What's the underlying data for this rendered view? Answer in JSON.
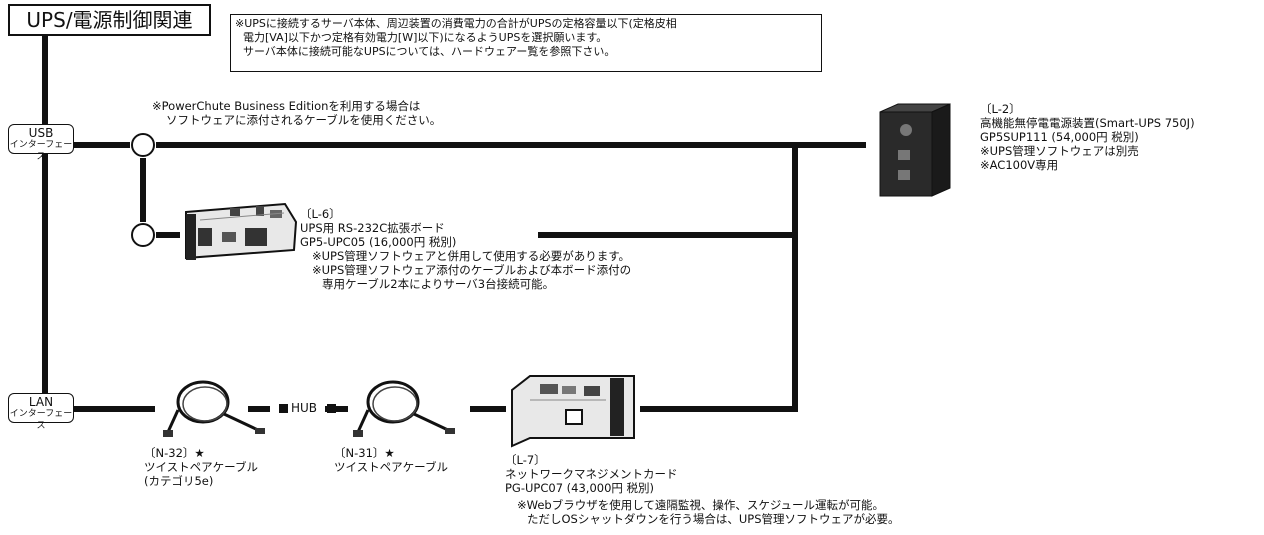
{
  "title": "UPS/電源制御関連",
  "notice": [
    "※UPSに接続するサーバ本体、周辺装置の消費電力の合計がUPSの定格容量以下(定格皮相",
    "電力[VA]以下かつ定格有効電力[W]以下)になるようUPSを選択願います。",
    "サーバ本体に接続可能なUPSについては、ハードウェアー覧を参照下さい。"
  ],
  "usb_interface": {
    "line1": "USB",
    "line2": "インターフェース"
  },
  "lan_interface": {
    "line1": "LAN",
    "line2": "インターフェース"
  },
  "powerchute_note": [
    "※PowerChute Business Editionを利用する場合は",
    "ソフトウェアに添付されるケーブルを使用ください。"
  ],
  "l2": {
    "code": "〔L-2〕",
    "name": "高機能無停電電源装置(Smart-UPS 750J)",
    "model": "GP5SUP111 (54,000円  税別)",
    "note1": "※UPS管理ソフトウェアは別売",
    "note2": "※AC100V専用"
  },
  "l6": {
    "code": "〔L-6〕",
    "name": "UPS用 RS-232C拡張ボード",
    "model": "GP5-UPC05 (16,000円  税別)",
    "note1": "※UPS管理ソフトウェアと併用して使用する必要があります。",
    "note2": "※UPS管理ソフトウェア添付のケーブルおよび本ボード添付の",
    "note3": "専用ケーブル2本によりサーバ3台接続可能。"
  },
  "n32": {
    "code": "〔N-32〕★",
    "name": "ツイストペアケーブル",
    "sub": "(カテゴリ5e)"
  },
  "n31": {
    "code": "〔N-31〕★",
    "name": "ツイストペアケーブル"
  },
  "hub_label": "HUB",
  "l7": {
    "code": "〔L-7〕",
    "name": "ネットワークマネジメントカード",
    "model": "PG-UPC07 (43,000円  税別)",
    "note1": "※Webブラウザを使用して遠隔監視、操作、スケジュール運転が可能。",
    "note2": "ただしOSシャットダウンを行う場合は、UPS管理ソフトウェアが必要。"
  }
}
